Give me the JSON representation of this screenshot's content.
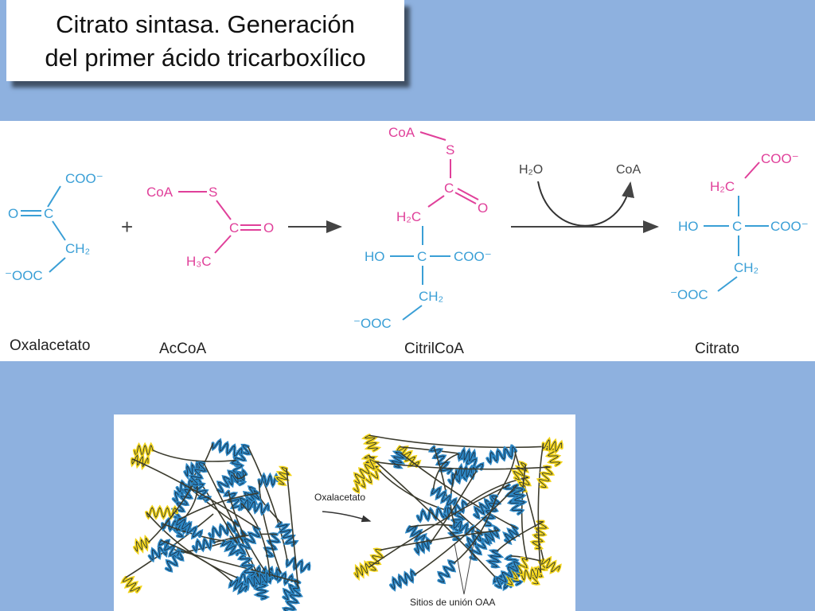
{
  "title": {
    "line1": "Citrato sintasa. Generación",
    "line2": "del primer ácido tricarboxílico"
  },
  "colors": {
    "background": "#8eb1df",
    "blue_structure": "#3a9fd6",
    "pink_structure": "#e0409a",
    "helix_blue": "#2b86c4",
    "helix_yellow": "#f2d319",
    "coil": "#3b3b2e"
  },
  "molecule_labels": {
    "oxalacetato": "Oxalacetato",
    "accoa": "AcCoA",
    "citrilcoa": "CitrilCoA",
    "citrato": "Citrato"
  },
  "atoms": {
    "coo_minus": "COO⁻",
    "minus_ooc": "⁻OOC",
    "o": "O",
    "c": "C",
    "ch2": "CH₂",
    "h2c": "H₂C",
    "h3c": "H₃C",
    "coa": "CoA",
    "s": "S",
    "ho": "HO",
    "plus": "+",
    "h2o": "H₂O",
    "coa_released": "CoA"
  },
  "protein": {
    "arrow_label": "Oxalacetato",
    "binding_sites_label": "Sitios de unión OAA"
  }
}
